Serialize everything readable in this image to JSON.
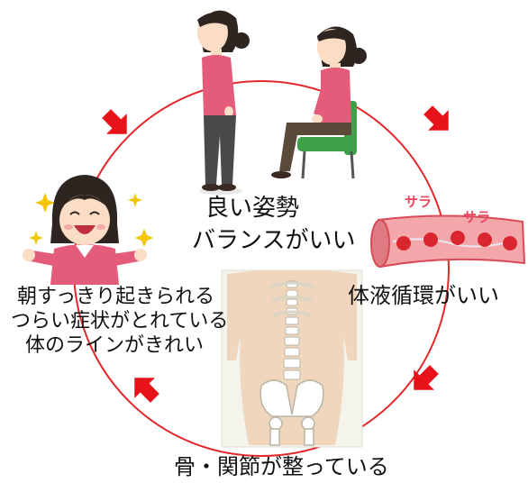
{
  "nodes": {
    "posture": {
      "line1": "良い姿勢",
      "line2": "バランスがいい"
    },
    "body_fluid": {
      "label": "体液循環がいい",
      "sara_1": "サラ",
      "sara_2": "サラ"
    },
    "bones": {
      "label": "骨・関節が整っている"
    },
    "wellbeing": {
      "line1": "朝すっきり起きられる",
      "line2": "つらい症状がとれている",
      "line3": "体のラインがきれい"
    }
  },
  "colors": {
    "cycle_ring": "#e4272a",
    "arrow": "#e8121a",
    "skin": "#fbdcc4",
    "hair": "#2f2520",
    "shirt": "#e45c7a",
    "pants": "#4a4a4a",
    "chair": "#3fa04a",
    "vessel": "#f4a7aa",
    "blood_cell": "#d9262f"
  },
  "icons": {
    "standing_woman": "standing-woman-icon",
    "seated_woman": "seated-woman-icon",
    "blood_vessel": "blood-vessel-icon",
    "skeleton": "spine-pelvis-icon",
    "happy_woman": "happy-woman-icon",
    "cycle_arrow": "cycle-arrow-icon"
  }
}
